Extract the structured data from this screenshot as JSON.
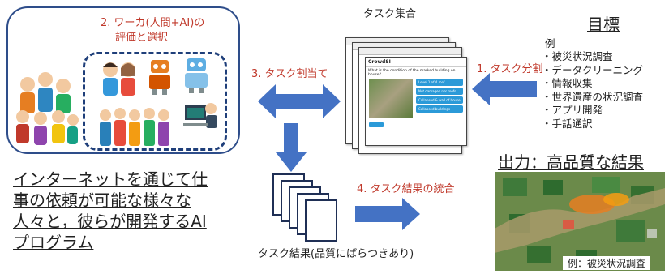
{
  "workers": {
    "box_label_line1": "2. ワーカ(人間+AI)の",
    "box_label_line2": "評価と選択",
    "caption_lines": [
      "インターネットを通じて仕",
      "事の依頼が可能な様々な",
      "人々と，彼らが開発するAI",
      "プログラム"
    ]
  },
  "task_set": {
    "title": "タスク集合",
    "card_brand": "CrowdSI",
    "card_question": "What is the condition of the marked building on house?",
    "card_options": [
      "Level 1 of 4 roof",
      "Not damaged nor roofs",
      "Collapsed & wall of house",
      "Collapsed buildings"
    ]
  },
  "steps": {
    "split": "1. タスク分割",
    "assign": "3. タスク割当て",
    "integrate": "4. タスク結果の統合"
  },
  "goal": {
    "title": "目標",
    "example_label": "例",
    "items": [
      "・被災状況調査",
      "・データクリーニング",
      "・情報収集",
      "・世界遺産の状況調査",
      "・アプリ開発",
      "・手話通訳"
    ]
  },
  "results": {
    "caption": "タスク結果(品質にばらつきあり)"
  },
  "output": {
    "title": "出力：高品質な結果",
    "example_caption": "例：被災状況調査"
  },
  "colors": {
    "arrow_blue": "#4472c4",
    "step_red": "#c0392b",
    "box_navy": "#2e4d8a"
  }
}
